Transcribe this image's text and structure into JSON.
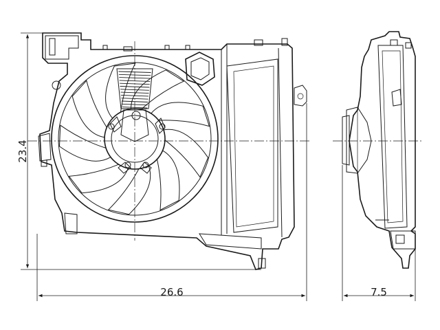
{
  "drawing": {
    "dimensions": {
      "height": "23.4",
      "width": "26.6",
      "depth": "7.5"
    }
  }
}
